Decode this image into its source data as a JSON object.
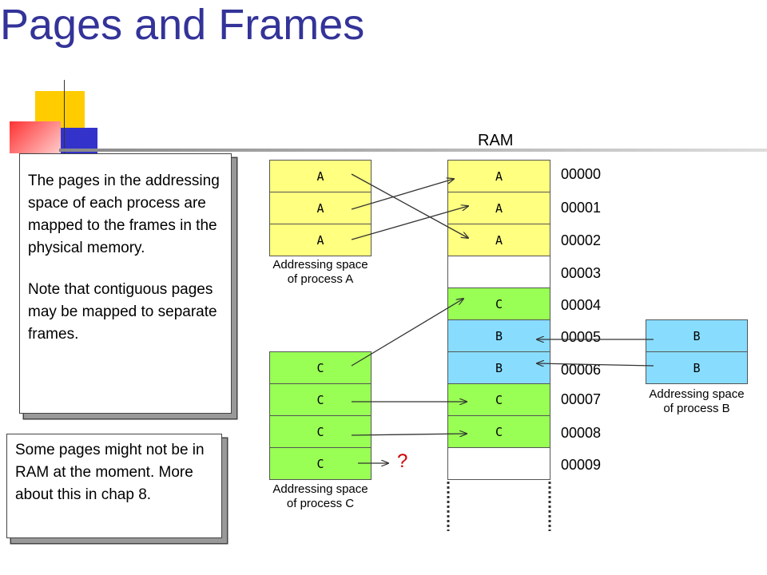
{
  "title": "Pages and Frames",
  "ram_label": "RAM",
  "process_a": {
    "pages": [
      "A",
      "A",
      "A"
    ],
    "caption_line1": "Addressing space",
    "caption_line2": "of process A"
  },
  "process_b": {
    "pages": [
      "B",
      "B"
    ],
    "caption_line1": "Addressing space",
    "caption_line2": "of process B"
  },
  "process_c": {
    "pages": [
      "C",
      "C",
      "C",
      "C"
    ],
    "caption_line1": "Addressing space",
    "caption_line2": "of process C"
  },
  "ram": {
    "frames": [
      "A",
      "A",
      "A",
      "",
      "C",
      "B",
      "B",
      "C",
      "C",
      ""
    ],
    "addresses": [
      "00000",
      "00001",
      "00002",
      "00003",
      "00004",
      "00005",
      "00006",
      "00007",
      "00008",
      "00009"
    ]
  },
  "missing_marker": "?",
  "note1": {
    "para1": "The pages in the addressing space of each process are mapped to the frames in the physical memory.",
    "para2": "Note that contiguous pages may be mapped to separate frames."
  },
  "note2": {
    "text": "Some pages might not be in RAM at the moment.  More about this in chap 8."
  },
  "colors": {
    "title": "#333399",
    "process_a": "#ffff80",
    "process_c": "#99ff55",
    "process_b": "#88ddff"
  }
}
